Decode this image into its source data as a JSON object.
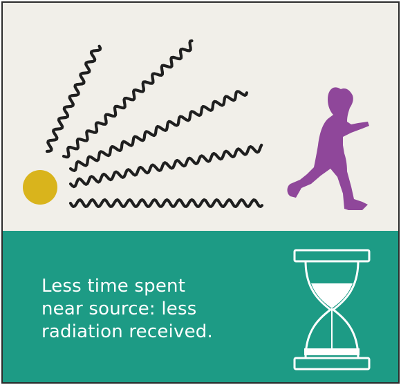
{
  "caption": {
    "line1": "Less time spent",
    "line2": "near source: less",
    "line3": "radiation received."
  },
  "colors": {
    "top_background": "#f1efe9",
    "bottom_background": "#1d9b85",
    "source": "#d9b41c",
    "child": "#8f479a",
    "waves": "#1f1f1f",
    "hourglass": "#ffffff"
  },
  "icons": {
    "source": "radiation-source-icon",
    "waves": "radiation-wave-icon",
    "child": "running-child-icon",
    "timer": "hourglass-icon"
  }
}
